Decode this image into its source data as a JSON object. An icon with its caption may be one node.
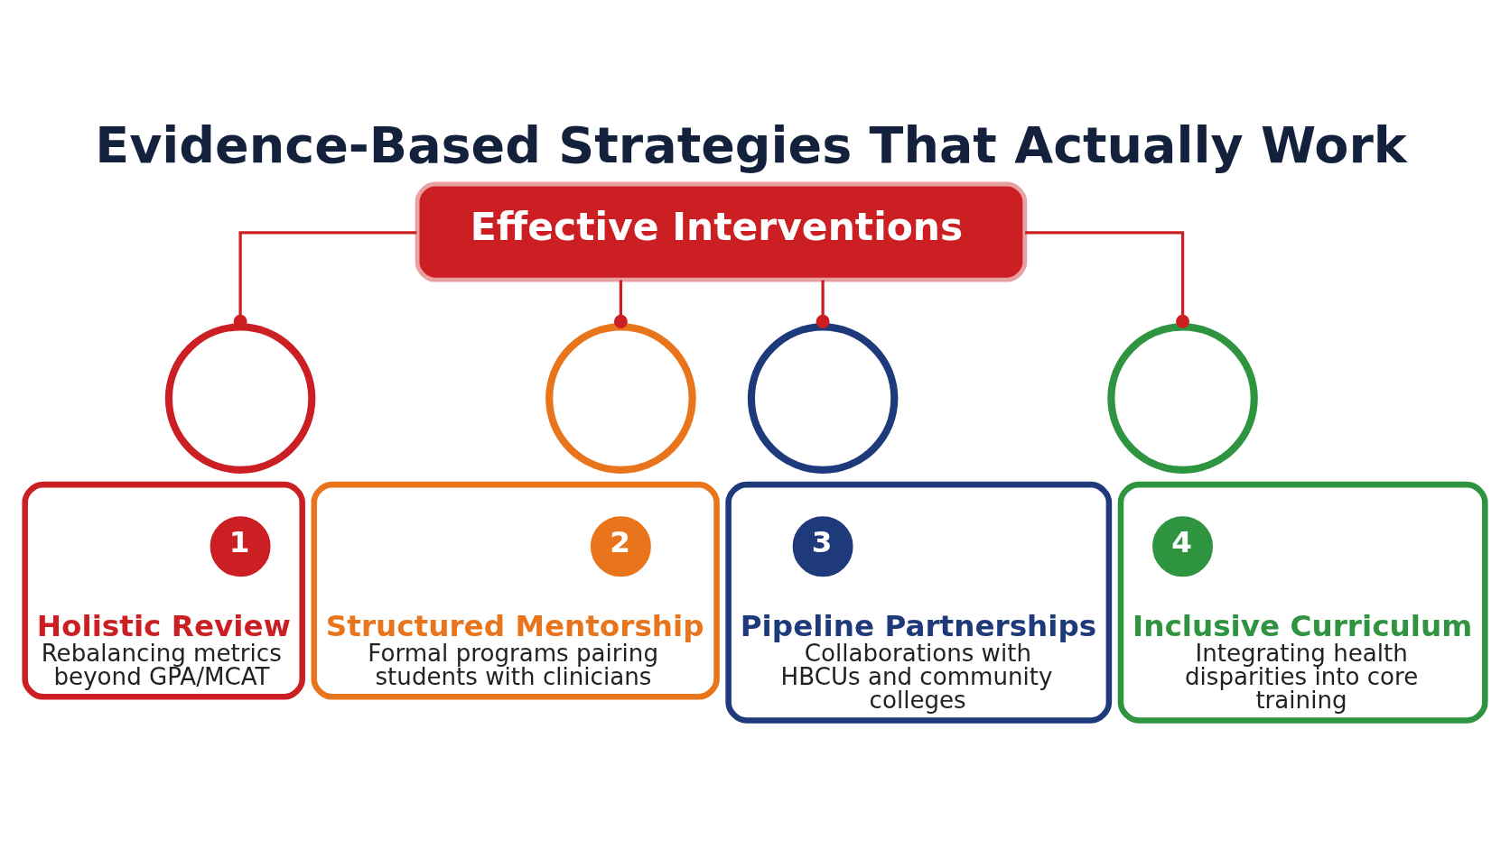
{
  "diagram": {
    "title": "Evidence-Based Strategies That Actually Work",
    "nodes": [
      {
        "text": [
          "Effective Interventions"
        ]
      },
      {
        "text": [],
        "shape": "circle"
      },
      {
        "text": [
          "Holistic Review",
          "Rebalancing metrics beyond GPA/MCAT"
        ]
      },
      {
        "text": [
          "1"
        ],
        "in": 2
      },
      {
        "text": [],
        "shape": "circle"
      },
      {
        "text": [
          "Structured Mentorship",
          "Formal programs pairing students with clinicians"
        ]
      },
      {
        "text": [
          "2"
        ],
        "in": 5
      },
      {
        "text": [],
        "shape": "circle"
      },
      {
        "text": [
          "Pipeline Partnerships",
          "Collaborations with HBCUs and community colleges"
        ]
      },
      {
        "text": [
          "3"
        ],
        "in": 8
      },
      {
        "text": [],
        "shape": "circle"
      },
      {
        "text": [
          "Inclusive Curriculum",
          "Integrating health disparities into core training"
        ]
      },
      {
        "text": [
          "4"
        ],
        "in": 11
      }
    ],
    "edges": [
      {
        "from": 0,
        "to": 1,
        "arrow": "other"
      },
      {
        "from": 0,
        "to": 4,
        "arrow": "other"
      },
      {
        "from": 0,
        "to": 7,
        "arrow": "other"
      },
      {
        "from": 0,
        "to": 10,
        "arrow": "other"
      }
    ]
  }
}
